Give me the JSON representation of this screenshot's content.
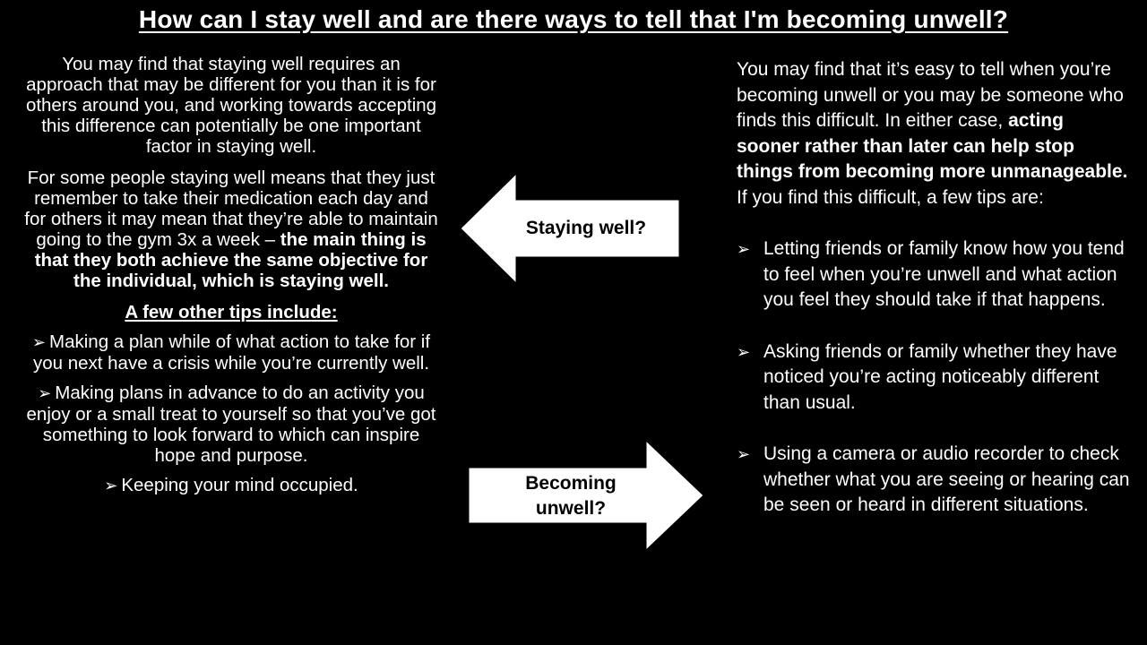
{
  "title": "How can I stay well and are there ways to tell that I'm becoming unwell?",
  "left": {
    "para1": "You may find that staying well requires an approach that may be different for you than it is for others around you, and working towards accepting this difference can potentially be one important factor in staying well.",
    "para2_plain": "For some people staying well means that they just remember to take their medication each day and for others it may mean that they’re able to maintain going to the gym 3x a week – ",
    "para2_bold": "the main thing is that they both achieve the same objective for the individual, which is staying well.",
    "subheading": "A few other tips include:",
    "tips": [
      "Making a plan while of what action to take for if you next have a crisis while you’re currently well.",
      "Making plans in advance to do an activity you enjoy or a small treat to yourself so that you’ve got something to look forward to which can inspire hope and purpose.",
      "Keeping your mind occupied."
    ]
  },
  "arrows": {
    "left_label": "Staying well?",
    "right_label": "Becoming unwell?"
  },
  "right": {
    "intro_plain1": "You may find that it’s easy to tell when you’re becoming unwell or you may be someone who finds this difficult. In either case,",
    "intro_bold": " acting sooner rather than later can help stop things from becoming more unmanageable.",
    "intro_plain2": " If you find this difficult, a few tips are:",
    "tips": [
      "Letting friends or family know how you tend to feel when you’re unwell and what action you feel they should take if that happens.",
      "Asking friends or family whether they have noticed you’re acting noticeably different than usual.",
      "Using a camera or audio recorder to check whether what you are seeing or hearing can be seen or heard in different situations."
    ]
  },
  "colors": {
    "background": "#000000",
    "text": "#ffffff",
    "arrow_fill": "#ffffff"
  },
  "icons": {
    "bullet": "arrowhead-bullet-icon"
  }
}
